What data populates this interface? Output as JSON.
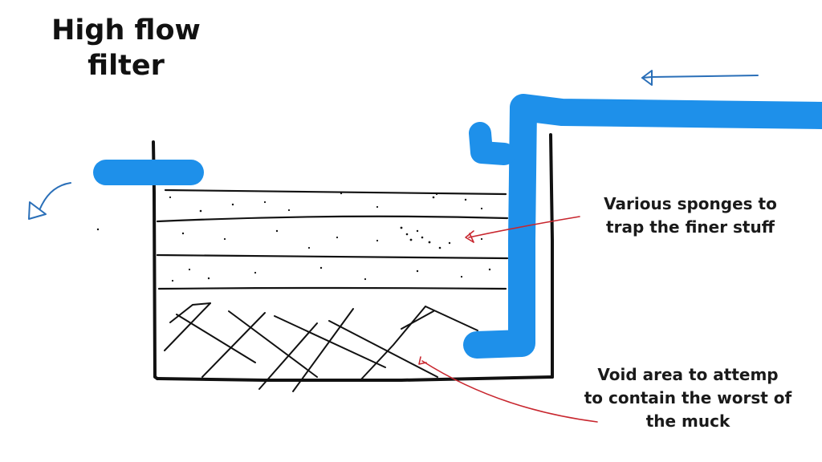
{
  "title": {
    "line1": "High flow",
    "line2": "filter"
  },
  "annotations": {
    "sponges": {
      "line1": "Various sponges to",
      "line2": "trap the finer stuff"
    },
    "void": {
      "line1": "Void area to attemp",
      "line2": "to contain the worst of",
      "line3": "the muck"
    }
  },
  "colors": {
    "pipe": "#1e90ea",
    "flow_arrow": "#2a6fb8",
    "pointer_arrow": "#c8262e",
    "ink": "#111111"
  }
}
